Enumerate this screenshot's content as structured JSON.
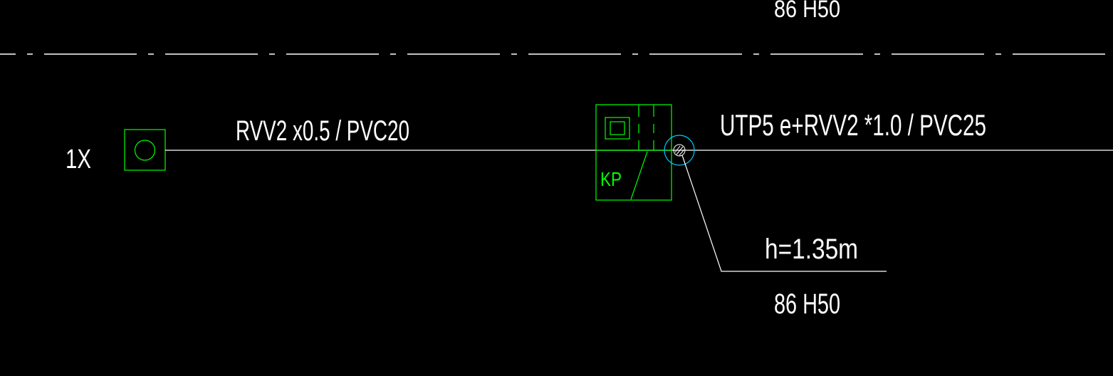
{
  "drawing": {
    "colors": {
      "background": "#000000",
      "wire": "#ffffff",
      "symbol": "#00ff00",
      "outlet": "#00c8ff"
    },
    "labels": {
      "top_box_label": "86 H50",
      "device_label": "1X",
      "cable_left": "RVV2 x0.5 / PVC20",
      "cable_right": "UTP5 e+RVV2 *1.0 / PVC25",
      "panel_code": "KP",
      "mount_height": "h=1.35m",
      "box_label": "86 H50"
    },
    "symbols": {
      "device_icon": "square-with-circle",
      "panel_icon": "control-panel-box",
      "outlet_icon": "hatched-outlet-circle"
    }
  }
}
